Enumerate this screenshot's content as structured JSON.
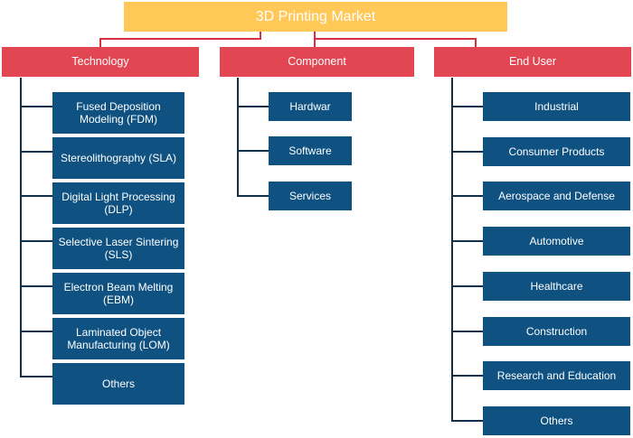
{
  "root": {
    "label": "3D Printing Market"
  },
  "categories": [
    {
      "label": "Technology",
      "items": [
        "Fused Deposition Modeling (FDM)",
        "Stereolithography (SLA)",
        "Digital Light Processing (DLP)",
        "Selective Laser Sintering (SLS)",
        "Electron Beam Melting (EBM)",
        "Laminated Object Manufacturing (LOM)",
        "Others"
      ]
    },
    {
      "label": "Component",
      "items": [
        "Hardwar",
        "Software",
        "Services"
      ]
    },
    {
      "label": "End User",
      "items": [
        "Industrial",
        "Consumer Products",
        "Aerospace and Defense",
        "Automotive",
        "Healthcare",
        "Construction",
        "Research and Education",
        "Others"
      ]
    }
  ],
  "colors": {
    "root": "#ffc857",
    "category": "#e14652",
    "leaf": "#0f5282",
    "connector": "#0f2f4a"
  }
}
